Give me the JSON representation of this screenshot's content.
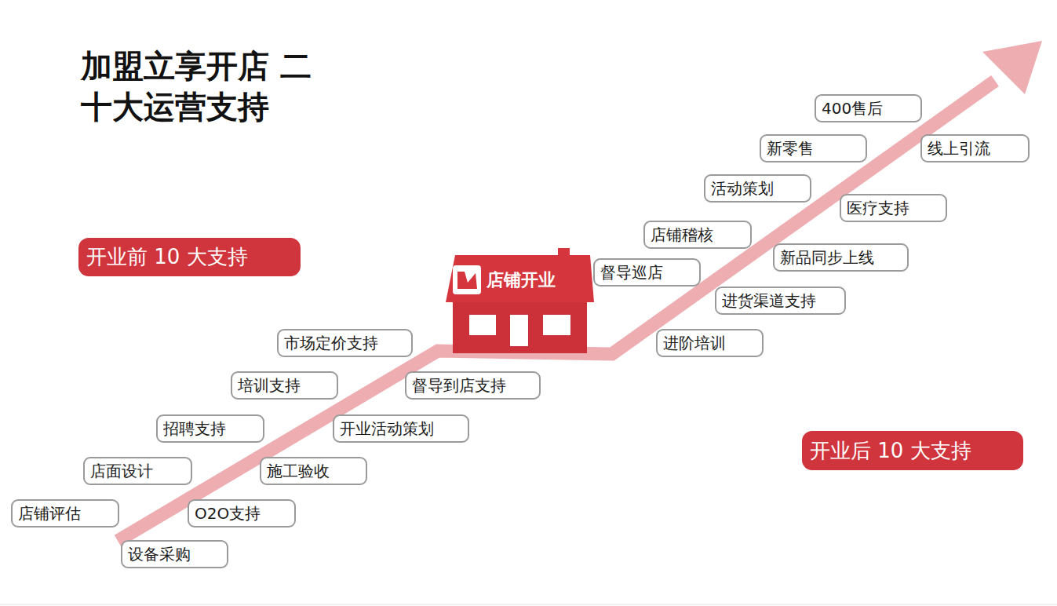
{
  "diagram": {
    "title": "加盟立享开店 二十大运营支持",
    "nodes": [
      {
        "text": [
          "开业前 10 大支持"
        ]
      },
      {
        "text": [
          "店铺评估"
        ]
      },
      {
        "text": [
          "店面设计"
        ]
      },
      {
        "text": [
          "招聘支持"
        ]
      },
      {
        "text": [
          "培训支持"
        ]
      },
      {
        "text": [
          "市场定价支持"
        ]
      },
      {
        "text": [
          "设备采购"
        ]
      },
      {
        "text": [
          "O2O支持"
        ]
      },
      {
        "text": [
          "施工验收"
        ]
      },
      {
        "text": [
          "开业活动策划"
        ]
      },
      {
        "text": [
          "督导到店支持"
        ]
      },
      {
        "text": [
          "店铺开业"
        ]
      },
      {
        "text": [
          "督导巡店"
        ]
      },
      {
        "text": [
          "店铺稽核"
        ]
      },
      {
        "text": [
          "活动策划"
        ]
      },
      {
        "text": [
          "新零售"
        ]
      },
      {
        "text": [
          "400售后"
        ]
      },
      {
        "text": [
          "进阶培训"
        ]
      },
      {
        "text": [
          "进货渠道支持"
        ]
      },
      {
        "text": [
          "新品同步上线"
        ]
      },
      {
        "text": [
          "医疗支持"
        ]
      },
      {
        "text": [
          "线上引流"
        ]
      },
      {
        "text": [
          "开业后 10 大支持"
        ]
      }
    ]
  }
}
